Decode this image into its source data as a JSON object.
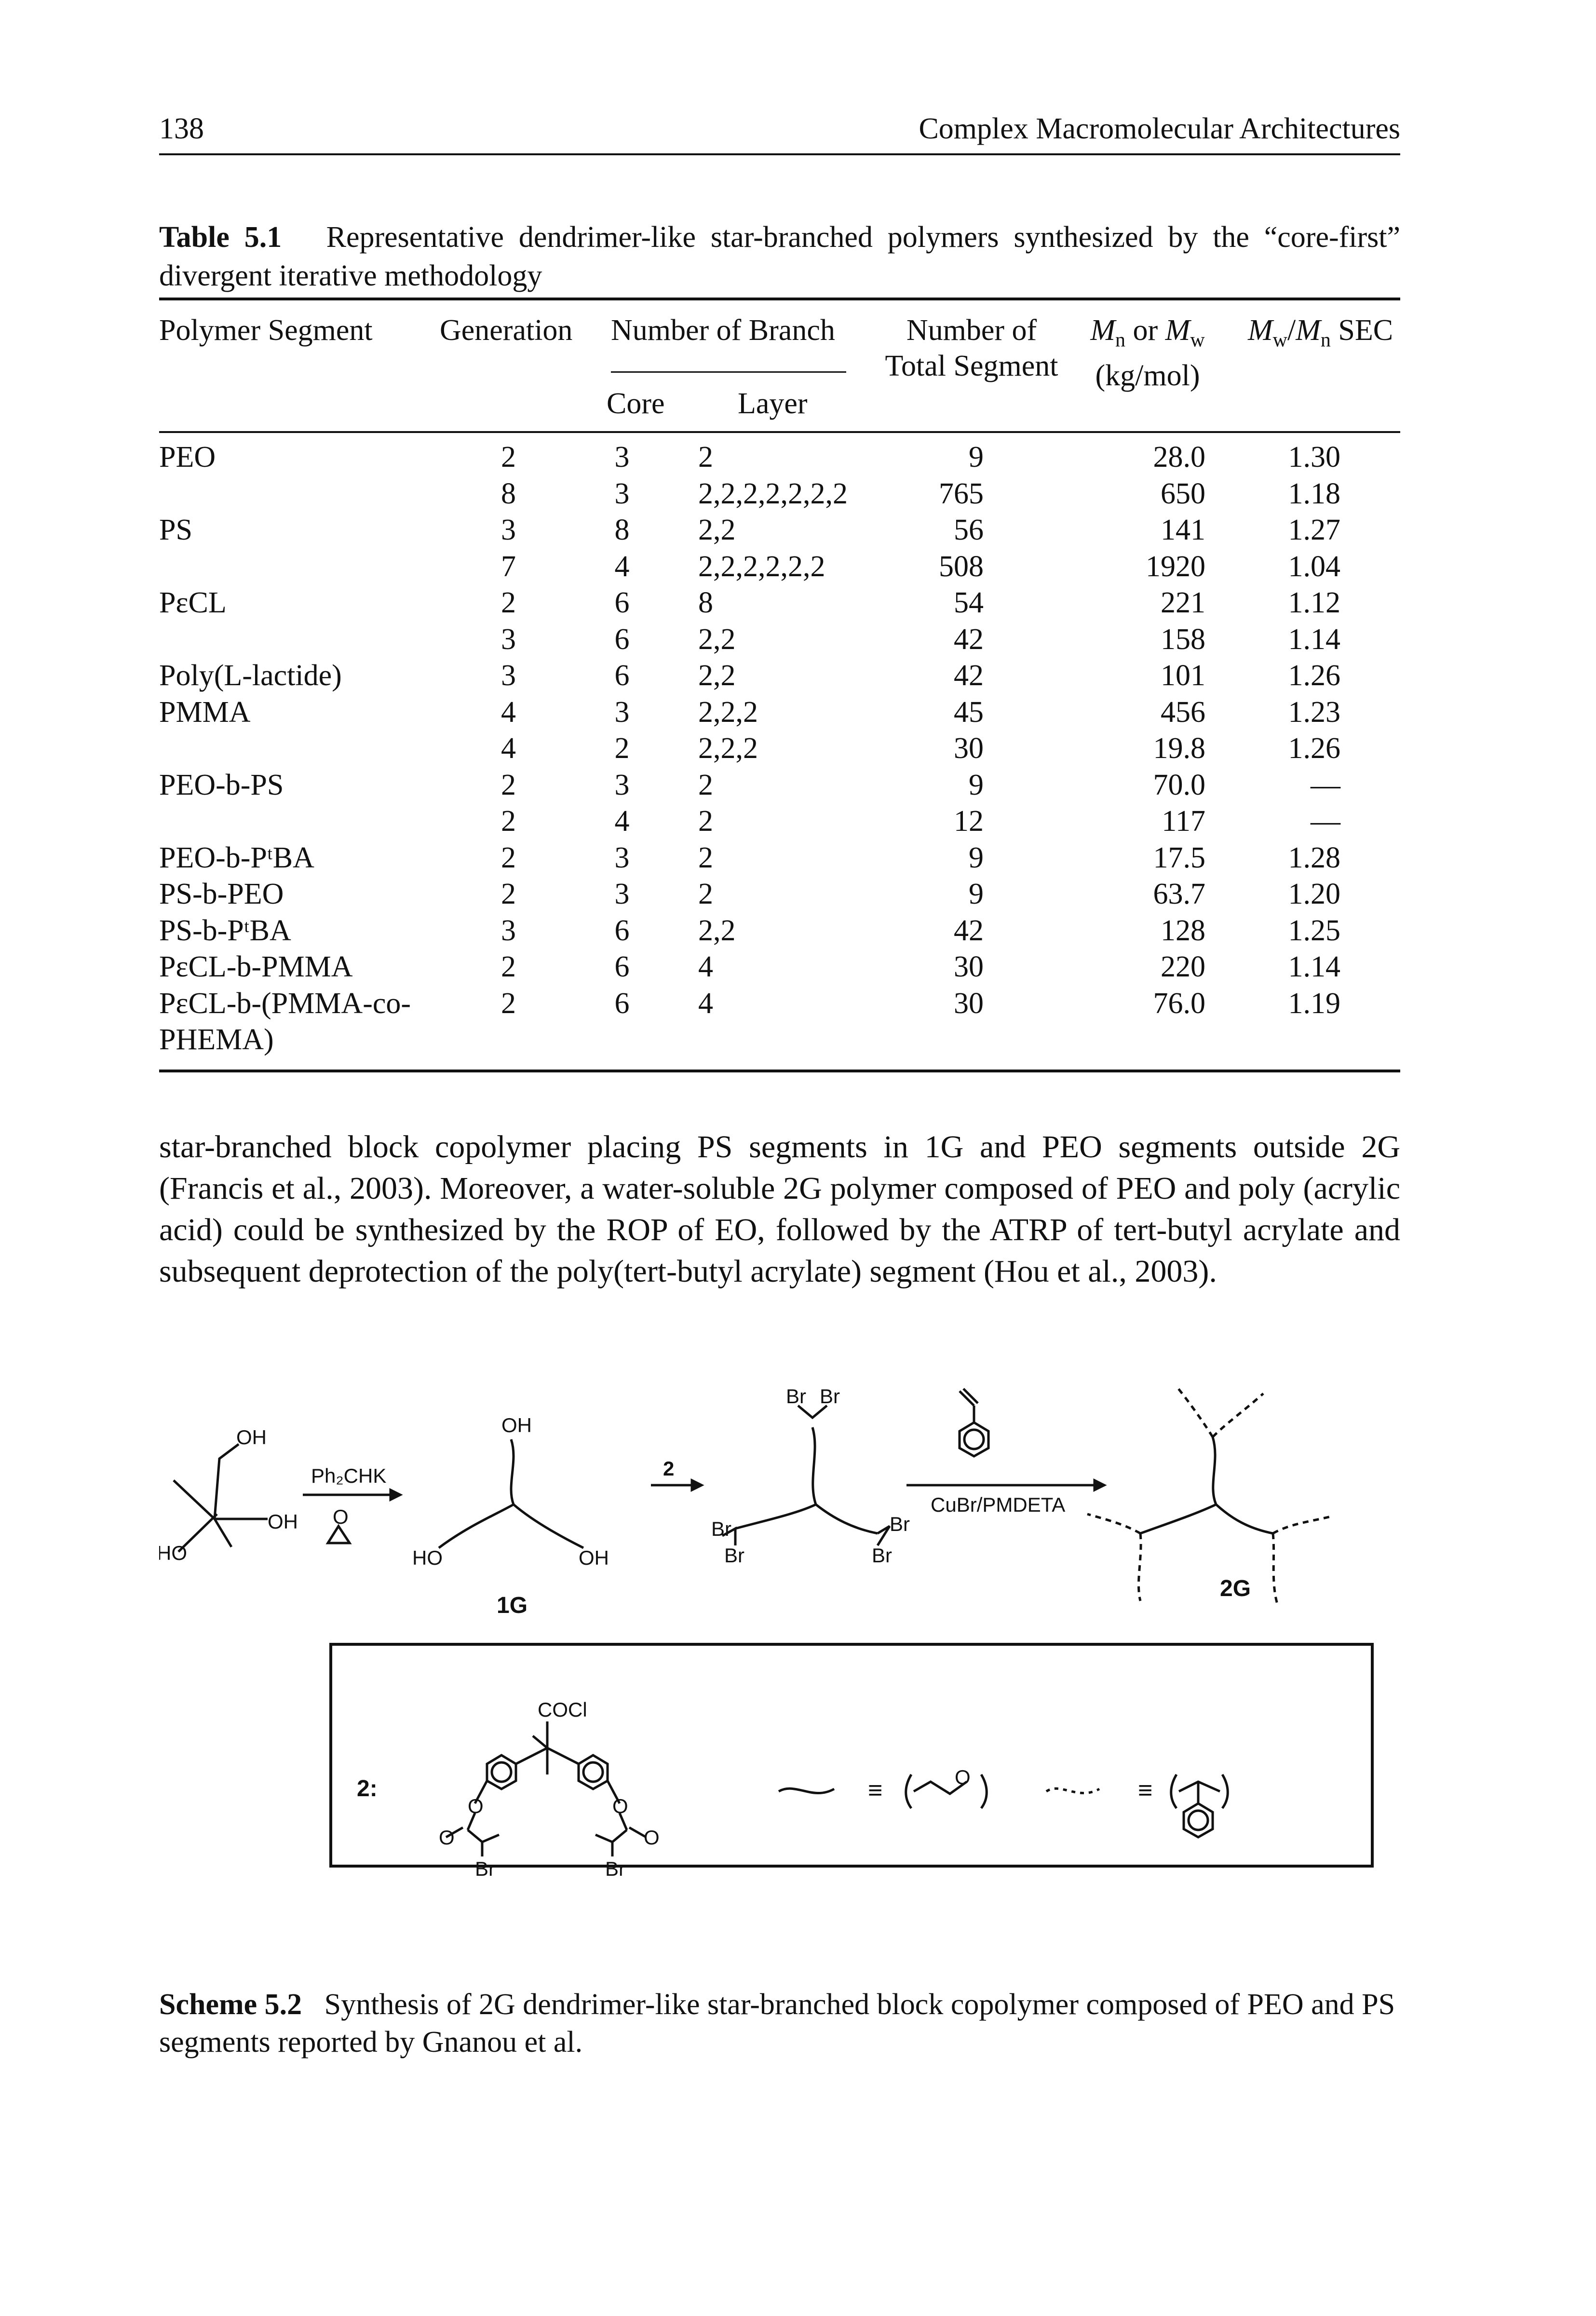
{
  "header": {
    "page_number": "138",
    "running_title": "Complex Macromolecular Architectures"
  },
  "table": {
    "caption_label": "Table 5.1",
    "caption_text": "Representative dendrimer-like star-branched polymers synthesized by the “core-first” divergent iterative methodology",
    "headers": {
      "polymer_segment": "Polymer Segment",
      "generation": "Generation",
      "number_of_branch": "Number of Branch",
      "core": "Core",
      "layer": "Layer",
      "total_segment_1": "Number of",
      "total_segment_2": "Total Segment",
      "mn_mw_unit": "(kg/mol)",
      "pdi_sec": "SEC"
    },
    "rows": [
      {
        "segment": "PEO",
        "gen": "2",
        "core": "3",
        "layer": "2",
        "total": "9",
        "mass": "28.0",
        "pdi": "1.30"
      },
      {
        "segment": "",
        "gen": "8",
        "core": "3",
        "layer": "2,2,2,2,2,2,2",
        "total": "765",
        "mass": "650",
        "pdi": "1.18"
      },
      {
        "segment": "PS",
        "gen": "3",
        "core": "8",
        "layer": "2,2",
        "total": "56",
        "mass": "141",
        "pdi": "1.27"
      },
      {
        "segment": "",
        "gen": "7",
        "core": "4",
        "layer": "2,2,2,2,2,2",
        "total": "508",
        "mass": "1920",
        "pdi": "1.04"
      },
      {
        "segment": "PεCL",
        "gen": "2",
        "core": "6",
        "layer": "8",
        "total": "54",
        "mass": "221",
        "pdi": "1.12"
      },
      {
        "segment": "",
        "gen": "3",
        "core": "6",
        "layer": "2,2",
        "total": "42",
        "mass": "158",
        "pdi": "1.14"
      },
      {
        "segment": "Poly(L-lactide)",
        "gen": "3",
        "core": "6",
        "layer": "2,2",
        "total": "42",
        "mass": "101",
        "pdi": "1.26"
      },
      {
        "segment": "PMMA",
        "gen": "4",
        "core": "3",
        "layer": "2,2,2",
        "total": "45",
        "mass": "456",
        "pdi": "1.23"
      },
      {
        "segment": "",
        "gen": "4",
        "core": "2",
        "layer": "2,2,2",
        "total": "30",
        "mass": "19.8",
        "pdi": "1.26"
      },
      {
        "segment": "PEO-b-PS",
        "gen": "2",
        "core": "3",
        "layer": "2",
        "total": "9",
        "mass": "70.0",
        "pdi": "—"
      },
      {
        "segment": "",
        "gen": "2",
        "core": "4",
        "layer": "2",
        "total": "12",
        "mass": "117",
        "pdi": "—"
      },
      {
        "segment": "PEO-b-PᵗBA",
        "gen": "2",
        "core": "3",
        "layer": "2",
        "total": "9",
        "mass": "17.5",
        "pdi": "1.28"
      },
      {
        "segment": "PS-b-PEO",
        "gen": "2",
        "core": "3",
        "layer": "2",
        "total": "9",
        "mass": "63.7",
        "pdi": "1.20"
      },
      {
        "segment": "PS-b-PᵗBA",
        "gen": "3",
        "core": "6",
        "layer": "2,2",
        "total": "42",
        "mass": "128",
        "pdi": "1.25"
      },
      {
        "segment": "PεCL-b-PMMA",
        "gen": "2",
        "core": "6",
        "layer": "4",
        "total": "30",
        "mass": "220",
        "pdi": "1.14"
      },
      {
        "segment": "PεCL-b-(PMMA-co-",
        "gen": "2",
        "core": "6",
        "layer": "4",
        "total": "30",
        "mass": "76.0",
        "pdi": "1.19"
      },
      {
        "segment": "PHEMA)",
        "gen": "",
        "core": "",
        "layer": "",
        "total": "",
        "mass": "",
        "pdi": ""
      }
    ]
  },
  "paragraph": "star-branched block copolymer placing PS segments in 1G and PEO segments outside 2G (Francis et al., 2003). Moreover, a water-soluble 2G polymer composed of PEO and poly (acrylic acid) could be synthesized by the ROP of EO, followed by the ATRP of tert-butyl acrylate and subsequent deprotection of the poly(tert-butyl acrylate) segment (Hou et al., 2003).",
  "scheme": {
    "labels": {
      "oh": "OH",
      "ho": "HO",
      "reagent1": "Ph₂CHK",
      "epoxide_o": "O",
      "arrow2": "2",
      "br": "Br",
      "catalyst": "CuBr/PMDETA",
      "gen1": "1G",
      "gen2": "2G",
      "legend_key": "2:",
      "cocl": "COCl",
      "equiv": "≡"
    },
    "caption_label": "Scheme 5.2",
    "caption_text": "Synthesis of 2G dendrimer-like star-branched block copolymer composed of PEO and PS segments reported by Gnanou et al."
  }
}
